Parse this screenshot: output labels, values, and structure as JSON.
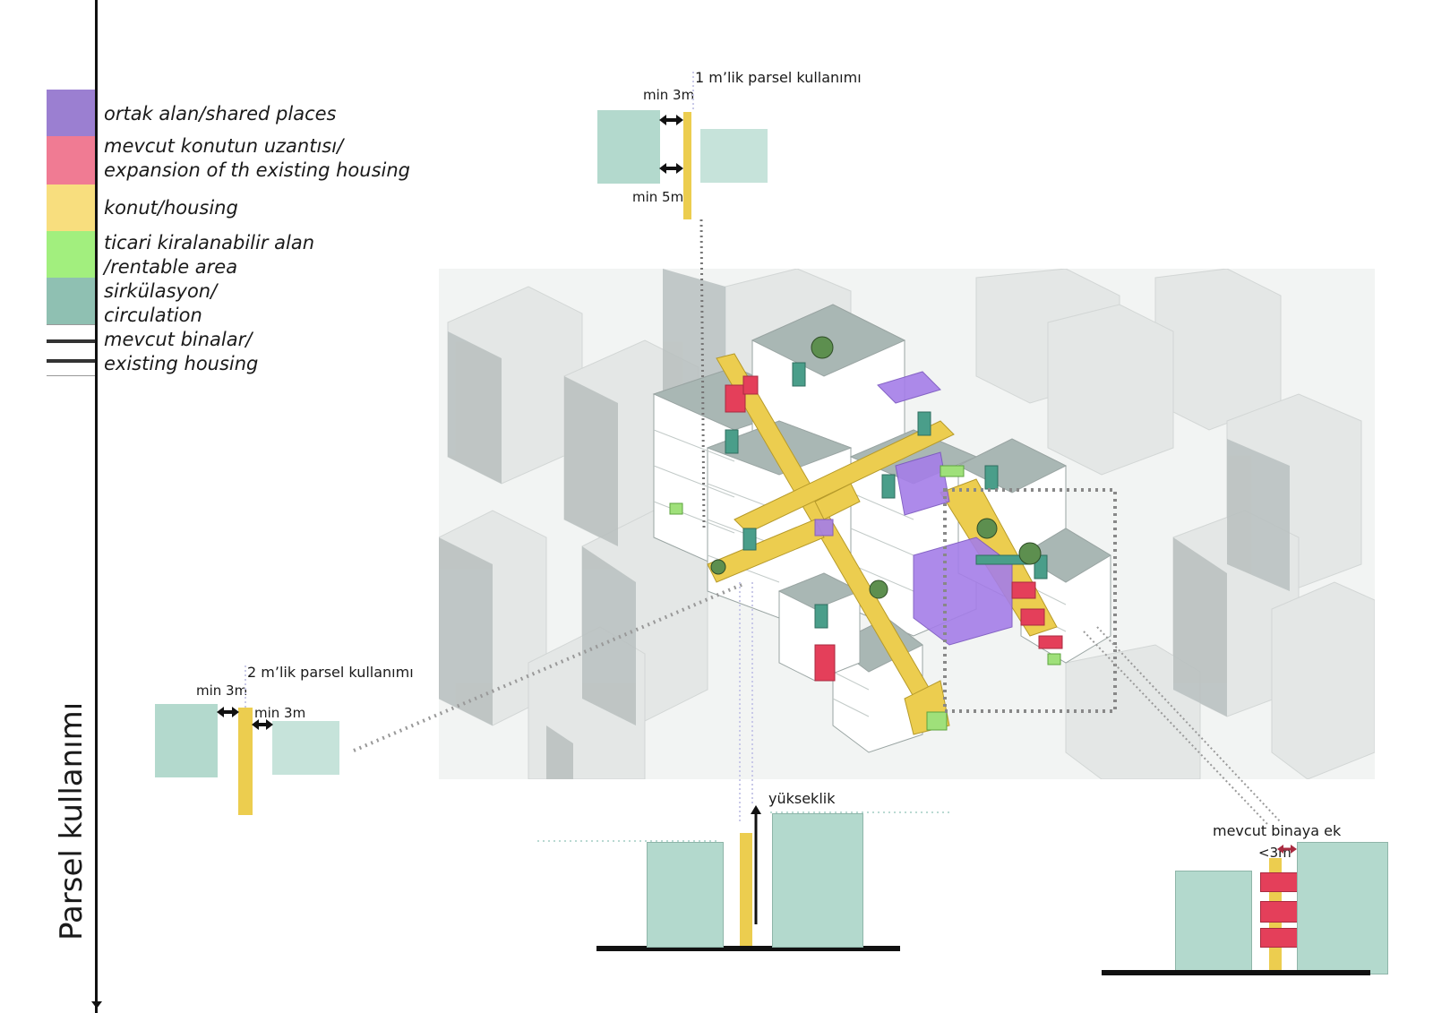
{
  "legend": [
    {
      "label_1": "ortak alan/shared places",
      "label_2": "",
      "color": "#9b7fd1"
    },
    {
      "label_1": "mevcut konutun uzantısı/",
      "label_2": "expansion of th existing housing",
      "color": "#f07b93"
    },
    {
      "label_1": "konut/housing",
      "label_2": "",
      "color": "#f8de7e"
    },
    {
      "label_1": "ticari kiralanabilir alan",
      "label_2": "/rentable area",
      "color": "#a2ef7e"
    },
    {
      "label_1": "sirkülasyon/",
      "label_2": "circulation",
      "color": "#8fc0b2"
    },
    {
      "label_1": "mevcut binalar/",
      "label_2": "existing housing",
      "color": "#ffffff"
    }
  ],
  "axis_title": "Parsel kullanımı",
  "diagrams": {
    "one_m": {
      "title": "1 m’lik parsel kullanımı",
      "label_top": "min 3m",
      "label_bottom": "min 5m"
    },
    "two_m": {
      "title": "2 m’lik parsel kullanımı",
      "label_left": "min 3m",
      "label_right": "min 3m"
    },
    "height": {
      "title": "yükseklik"
    },
    "addition": {
      "title": "mevcut binaya ek",
      "label": "<3m"
    }
  },
  "colors": {
    "circulation": "#b3d9cd",
    "housing": "#eccd4f",
    "shared": "#a57ee8",
    "expansion": "#e43f5a",
    "rentable": "#9fe07a",
    "existing": "#dfe2e1"
  }
}
